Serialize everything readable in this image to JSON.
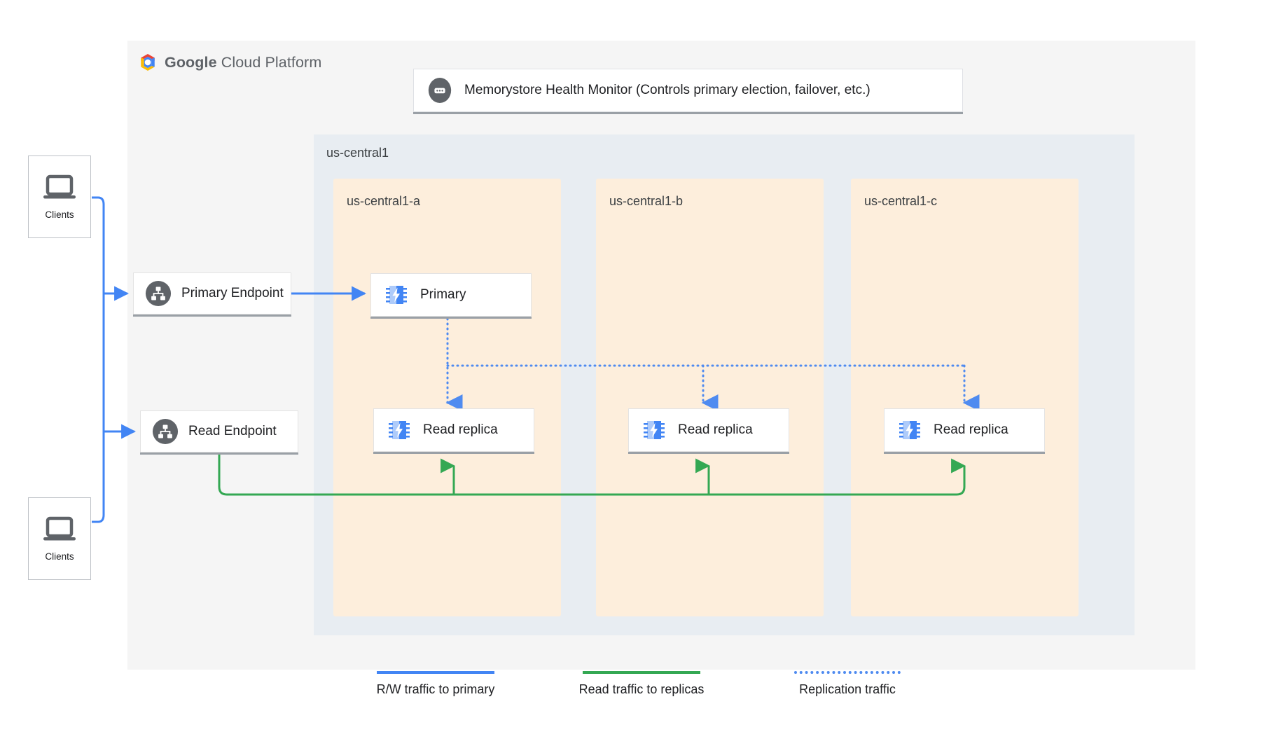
{
  "platform": {
    "name_bold": "Google",
    "name_rest": " Cloud Platform",
    "logo_icon": "google-cloud-hexagon-icon"
  },
  "health_monitor": {
    "label": "Memorystore Health Monitor (Controls primary election, failover, etc.)",
    "icon": "health-monitor-icon"
  },
  "region": {
    "label": "us-central1"
  },
  "zones": [
    {
      "label": "us-central1-a",
      "node": {
        "label": "Primary",
        "icon": "memorystore-chip-icon"
      }
    },
    {
      "label": "us-central1-b",
      "node": {
        "label": "Read replica",
        "icon": "memorystore-chip-icon"
      }
    },
    {
      "label": "us-central1-c",
      "node": {
        "label": "Read replica",
        "icon": "memorystore-chip-icon"
      }
    }
  ],
  "replica_a": {
    "label": "Read replica",
    "icon": "memorystore-chip-icon"
  },
  "endpoints": [
    {
      "label": "Primary Endpoint",
      "icon": "endpoint-network-icon"
    },
    {
      "label": "Read Endpoint",
      "icon": "endpoint-network-icon"
    }
  ],
  "clients": [
    {
      "label": "Clients",
      "icon": "laptop-icon"
    },
    {
      "label": "Clients",
      "icon": "laptop-icon"
    }
  ],
  "legend": [
    {
      "label": "R/W traffic to primary",
      "color": "#4285f4",
      "style": "solid"
    },
    {
      "label": "Read traffic to replicas",
      "color": "#34a853",
      "style": "solid"
    },
    {
      "label": "Replication traffic",
      "color": "#4f8bf0",
      "style": "dotted"
    }
  ],
  "colors": {
    "panel_bg": "#f5f5f5",
    "region_bg": "#e8edf2",
    "zone_bg": "#fdeedc",
    "blue": "#4285f4",
    "green": "#34a853",
    "dotted_blue": "#4f8bf0",
    "icon_gray": "#5f6368"
  }
}
